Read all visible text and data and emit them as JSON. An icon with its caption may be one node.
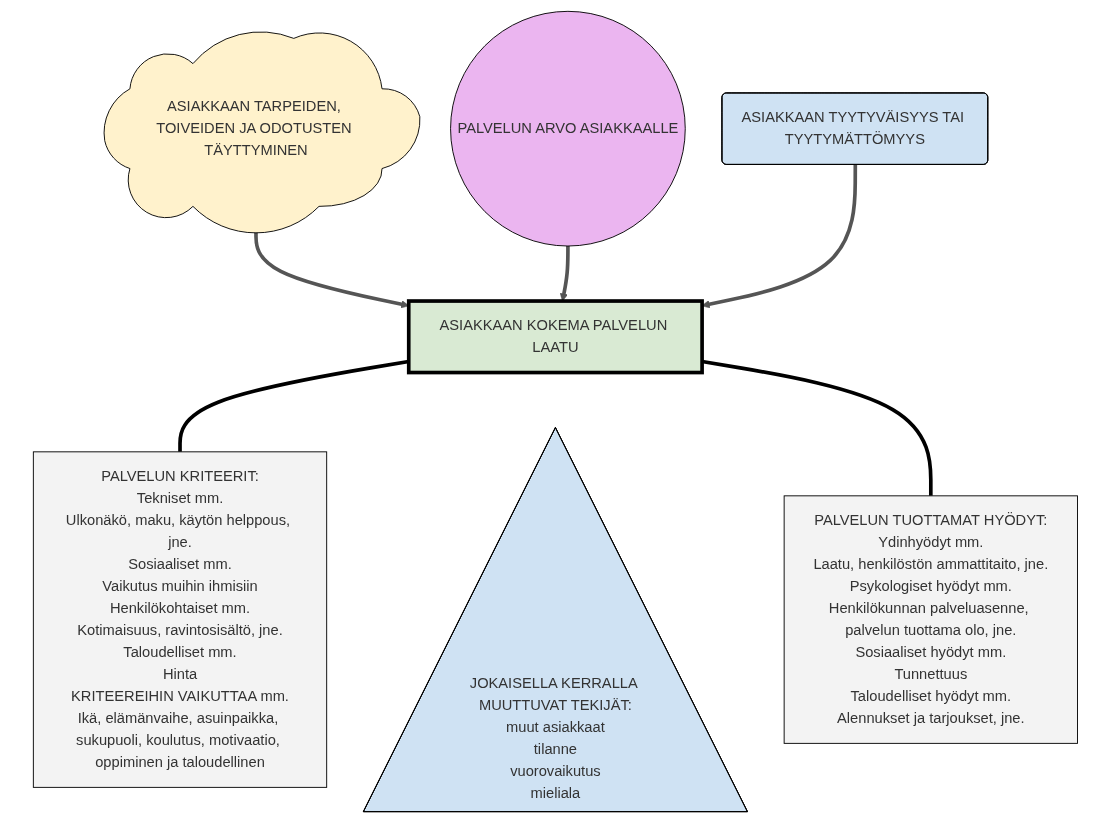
{
  "diagram": {
    "nodes": [
      {
        "text": [
          "ASIAKKAAN TARPEIDEN, TOIVEIDEN JA ODOTUSTEN TÄYTTYMINEN"
        ]
      },
      {
        "text": [
          "PALVELUN ARVO ASIAKKAALLE"
        ]
      },
      {
        "text": [
          "ASIAKKAAN TYYTYVÄISYYS TAI TYYTYMÄTTÖMYYS"
        ]
      },
      {
        "text": [
          "ASIAKKAAN KOKEMA PALVELUN LAATU"
        ]
      },
      {
        "text": [
          "PALVELUN KRITEERIT:",
          "Tekniset mm.",
          "Ulkonäkö, maku, käytön helppous, jne.",
          "Sosiaaliset mm.",
          "Vaikutus muihin ihmisiin",
          "Henkilökohtaiset mm.",
          "Kotimaisuus, ravintosisältö, jne.",
          "Taloudelliset mm.",
          "Hinta",
          "KRITEEREIHIN VAIKUTTAA mm.",
          "Ikä, elämänvaihe, asuinpaikka, sukupuoli, koulutus, motivaatio, oppiminen ja taloudellinen"
        ]
      },
      {
        "text": [
          "JOKAISELLA KERRALLA MUUTTUVAT TEKIJÄT:",
          "muut asiakkaat",
          "tilanne",
          "vuorovaikutus",
          "mieliala"
        ]
      },
      {
        "text": [
          "PALVELUN TUOTTAMAT HYÖDYT:",
          "Ydinhyödyt mm.",
          "Laatu, henkilöstön ammattitaito, jne.",
          "Psykologiset hyödyt mm.",
          "Henkilökunnan palveluasenne, palvelun tuottama olo, jne.",
          "Sosiaaliset hyödyt mm.",
          "Tunnettuus",
          "Taloudelliset hyödyt mm.",
          "Alennukset ja tarjoukset, jne."
        ]
      }
    ],
    "edges": [
      {
        "from": 0,
        "to": 3,
        "arrow": "to"
      },
      {
        "from": 1,
        "to": 3,
        "arrow": "to"
      },
      {
        "from": 2,
        "to": 3,
        "arrow": "to"
      },
      {
        "from": 3,
        "to": 4,
        "arrow": "none",
        "color": "#000000"
      },
      {
        "from": 3,
        "to": 6,
        "arrow": "none",
        "color": "#000000"
      }
    ]
  }
}
